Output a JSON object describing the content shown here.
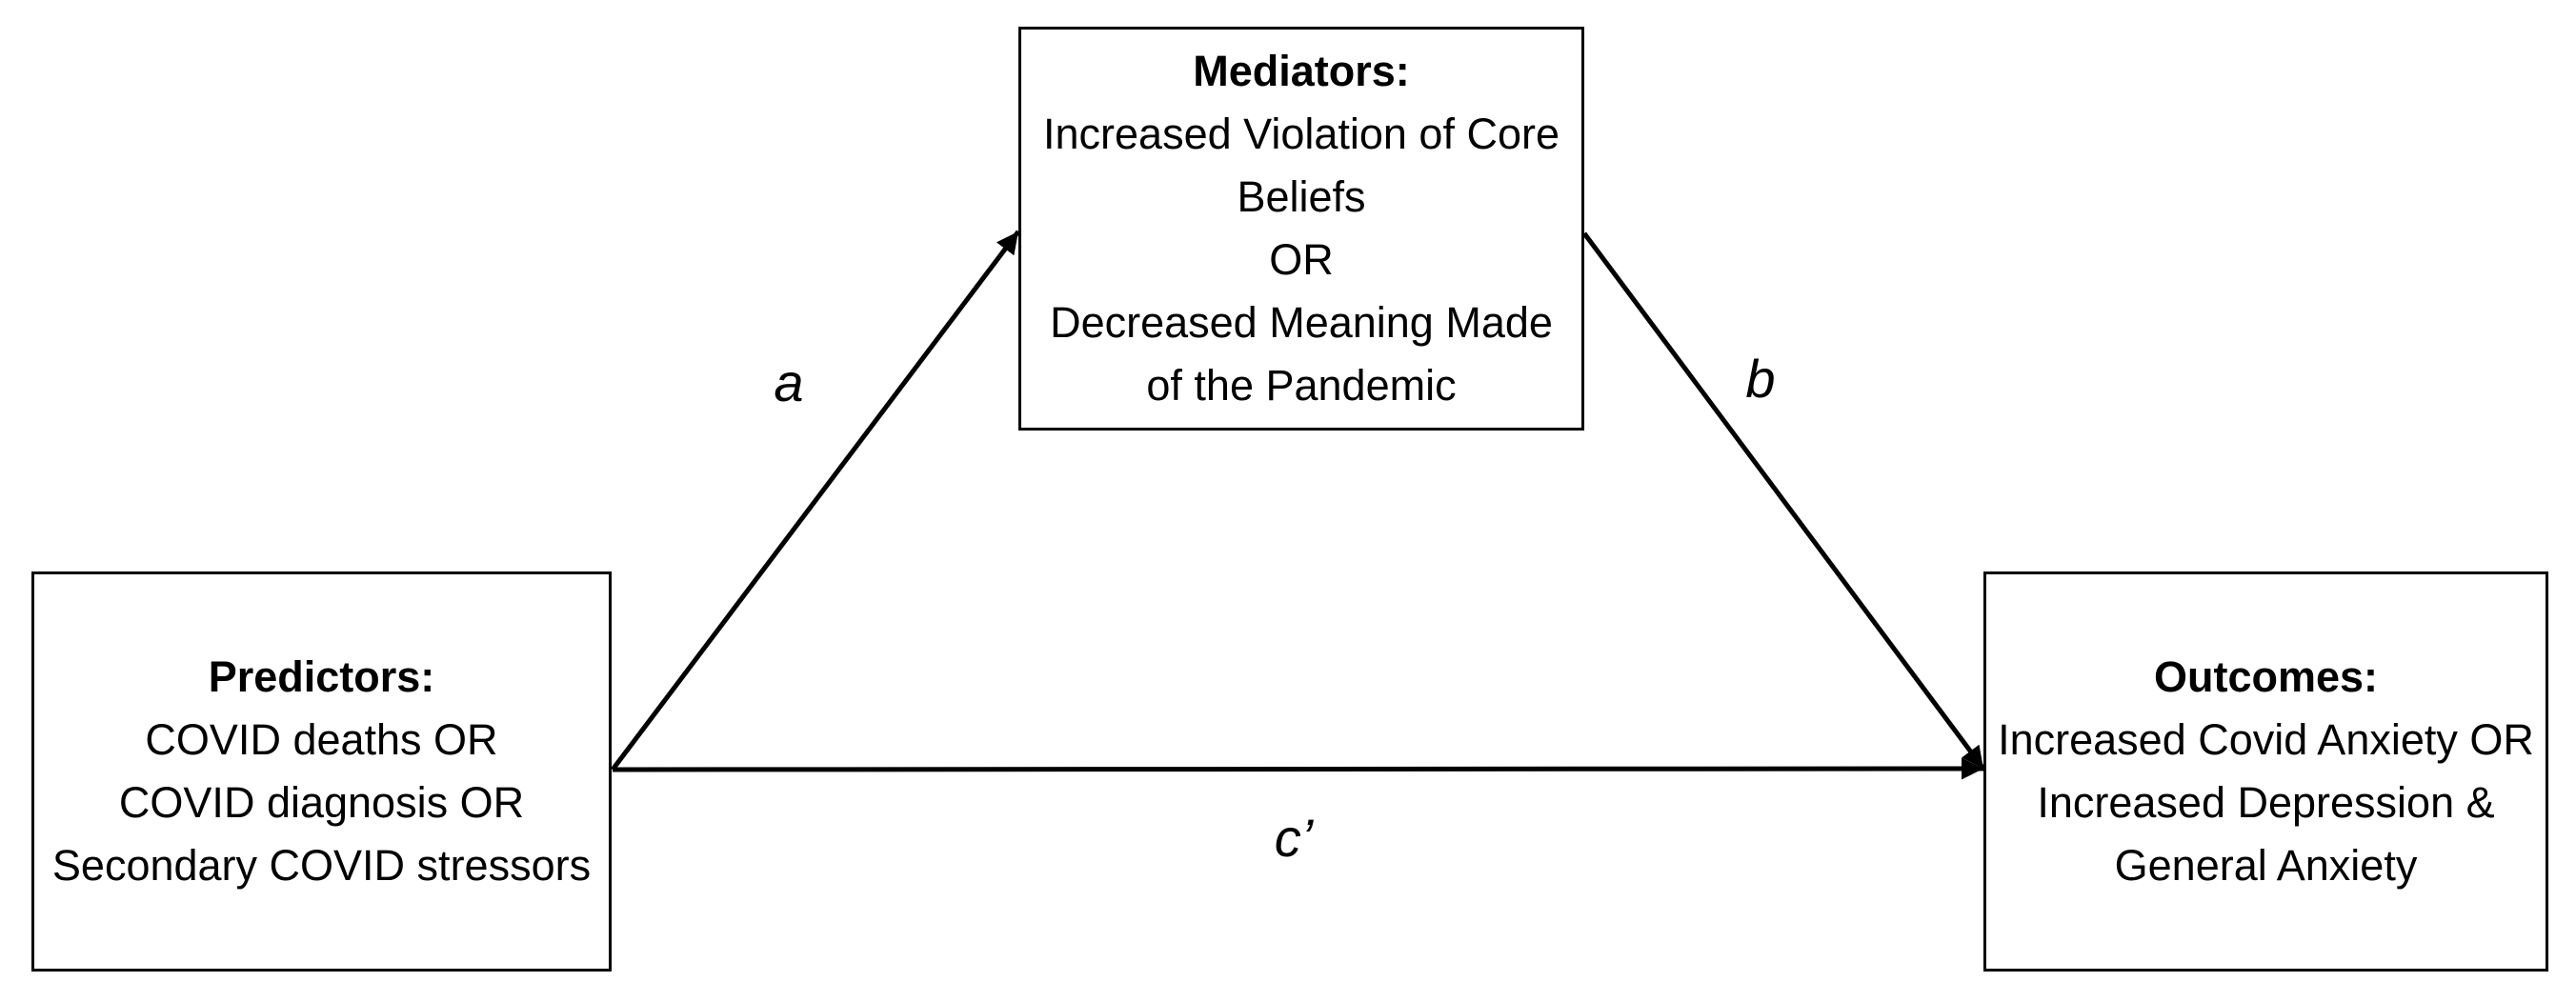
{
  "diagram": {
    "type": "mediation-path-model",
    "colors": {
      "background": "#ffffff",
      "box_border": "#000000",
      "text": "#000000",
      "arrow": "#000000"
    },
    "boxes": {
      "predictors": {
        "title": "Predictors:",
        "lines": [
          "COVID deaths OR",
          "COVID diagnosis OR",
          "Secondary COVID stressors"
        ]
      },
      "mediators": {
        "title": "Mediators:",
        "lines": [
          "Increased Violation of Core",
          "Beliefs",
          "OR",
          "Decreased Meaning Made",
          "of the Pandemic"
        ]
      },
      "outcomes": {
        "title": "Outcomes:",
        "lines": [
          "Increased Covid Anxiety OR",
          "Increased Depression &",
          "General Anxiety"
        ]
      }
    },
    "paths": {
      "a": {
        "label": "a",
        "from": "predictors",
        "to": "mediators"
      },
      "b": {
        "label": "b",
        "from": "mediators",
        "to": "outcomes"
      },
      "c_prime": {
        "label": "c’",
        "from": "predictors",
        "to": "outcomes"
      }
    }
  }
}
